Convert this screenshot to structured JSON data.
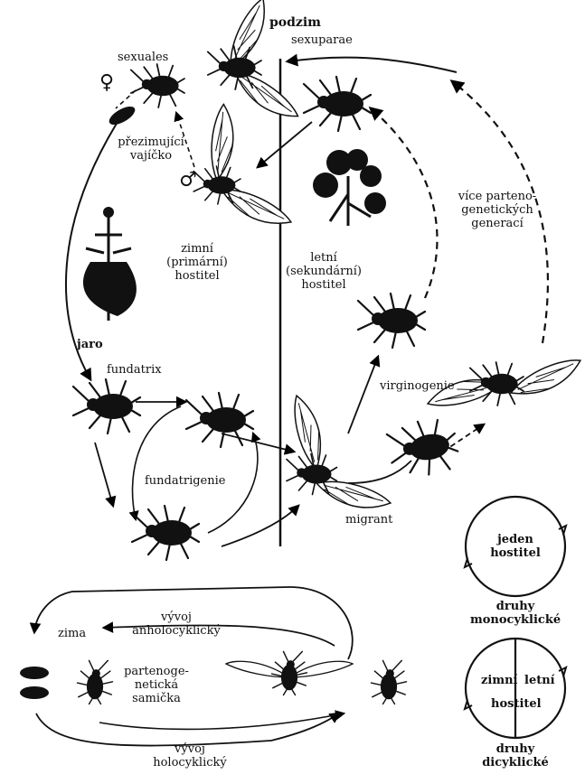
{
  "labels": {
    "podzim": "podzim",
    "sexuparae": "sexuparae",
    "sexuales": "sexuales",
    "female_sign": "♀",
    "male_sign": "♂",
    "overwinter_egg_1": "přezimující",
    "overwinter_egg_2": "vajíčko",
    "winter_host_1": "zimní",
    "winter_host_2": "(primární)",
    "winter_host_3": "hostitel",
    "summer_host_1": "letní",
    "summer_host_2": "(sekundární)",
    "summer_host_3": "hostitel",
    "parteno_gen_1": "více parteno-",
    "parteno_gen_2": "genetických",
    "parteno_gen_3": "generací",
    "jaro": "jaro",
    "fundatrix": "fundatrix",
    "fundatrigenie": "fundatrigenie",
    "virginogenie": "virginogenie",
    "migrant": "migrant",
    "zima": "zima",
    "anholo_1": "vývoj",
    "anholo_2": "anholocyklický",
    "parteno_female_1": "partenoge-",
    "parteno_female_2": "netická",
    "parteno_female_3": "samička",
    "holo_1": "vývoj",
    "holo_2": "holocyklický",
    "mono_1": "jeden",
    "mono_2": "hostitel",
    "mono_species_1": "druhy",
    "mono_species_2": "monocyklické",
    "di_winter": "zimní",
    "di_summer": "letní",
    "di_host": "hostitel",
    "di_species_1": "druhy",
    "di_species_2": "dicyklické"
  }
}
